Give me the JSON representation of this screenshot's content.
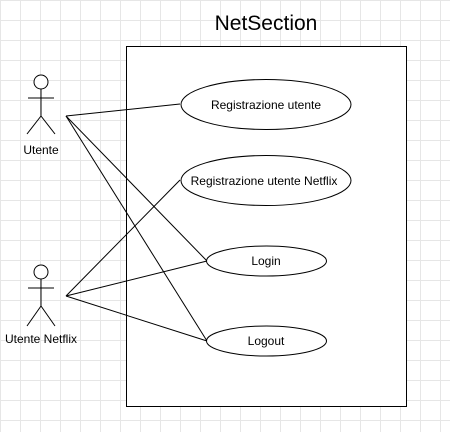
{
  "system": {
    "title": "NetSection"
  },
  "actors": [
    {
      "id": "utente",
      "label": "Utente"
    },
    {
      "id": "utente_netflix",
      "label": "Utente Netflix"
    }
  ],
  "use_cases": [
    {
      "id": "registrazione_utente",
      "label": "Registrazione utente"
    },
    {
      "id": "registrazione_utente_netflix",
      "label": "Registrazione utente Netflix"
    },
    {
      "id": "login",
      "label": "Login"
    },
    {
      "id": "logout",
      "label": "Logout"
    }
  ],
  "associations": [
    {
      "actor": "utente",
      "use_case": "registrazione_utente"
    },
    {
      "actor": "utente",
      "use_case": "login"
    },
    {
      "actor": "utente",
      "use_case": "logout"
    },
    {
      "actor": "utente_netflix",
      "use_case": "registrazione_utente_netflix"
    },
    {
      "actor": "utente_netflix",
      "use_case": "login"
    },
    {
      "actor": "utente_netflix",
      "use_case": "logout"
    }
  ],
  "colors": {
    "grid": "#e6e6e6",
    "stroke": "#000000",
    "background": "#ffffff"
  }
}
